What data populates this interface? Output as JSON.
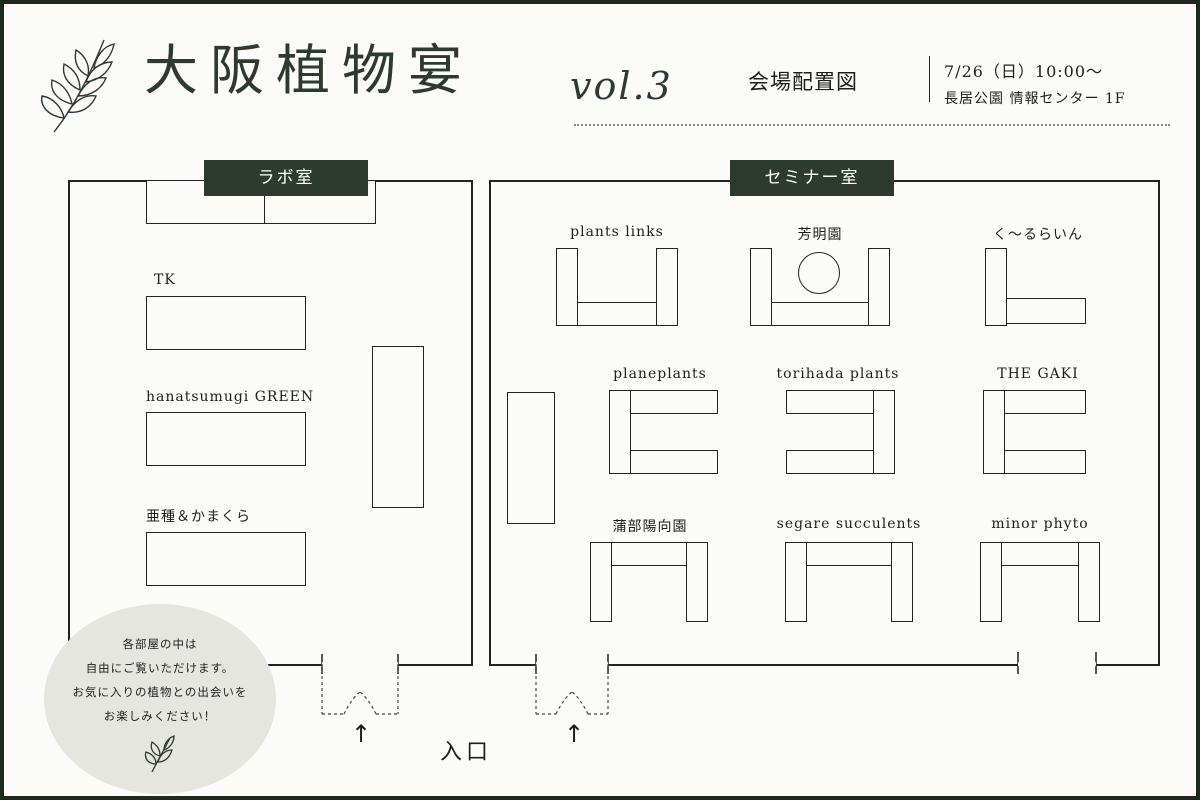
{
  "header": {
    "title": "大阪植物宴",
    "vol": "vol.3",
    "venue_title": "会場配置図",
    "date": "7/26（日）10:00〜",
    "place": "長居公園 情報センター 1F",
    "leaf_icon": "leaf-branch-icon"
  },
  "rooms": {
    "lab": {
      "label": "ラボ室"
    },
    "seminar": {
      "label": "セミナー室"
    }
  },
  "booths": {
    "tk": "TK",
    "hanatsumugi": "hanatsumugi GREEN",
    "asyu": "亜種＆かまくら",
    "plants_links": "plants links",
    "homeien": "芳明園",
    "kururain": "く〜るらいん",
    "planeplants": "planeplants",
    "torihada": "torihada plants",
    "the_gaki": "THE GAKI",
    "gamabe": "蒲部陽向園",
    "segare": "segare succulents",
    "minor_phyto": "minor phyto"
  },
  "note": {
    "lines": [
      "各部屋の中は",
      "自由にご覧いただけます。",
      "お気に入りの植物との出会いを",
      "お楽しみください！"
    ],
    "icon": "leaf-sprig-icon"
  },
  "entrance": {
    "label": "入口",
    "arrow_icon": "up-arrow-icon"
  },
  "colors": {
    "accent": "#2e3a2f",
    "frame": "#1f2a1f",
    "note_bg": "#e6e6e1"
  }
}
